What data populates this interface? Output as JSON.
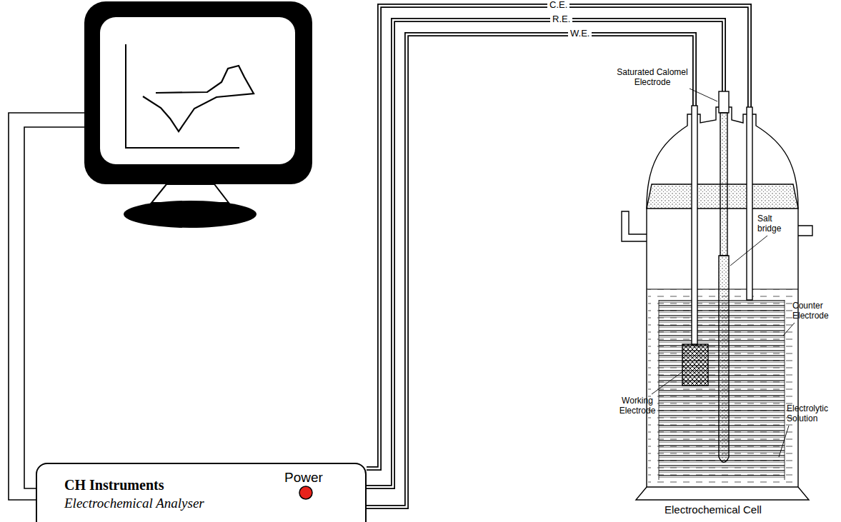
{
  "diagram": {
    "nodes": [
      {
        "text": [
          "CH Instruments",
          "Electrochemical Analyser",
          "Power"
        ]
      }
    ],
    "labels": [
      "C.E.",
      "R.E.",
      "W.E.",
      "Saturated Calomel Electrode",
      "Salt bridge",
      "Counter Electrode",
      "Working Electrode",
      "Electrolytic Solution",
      "Electrochemical Cell"
    ]
  }
}
